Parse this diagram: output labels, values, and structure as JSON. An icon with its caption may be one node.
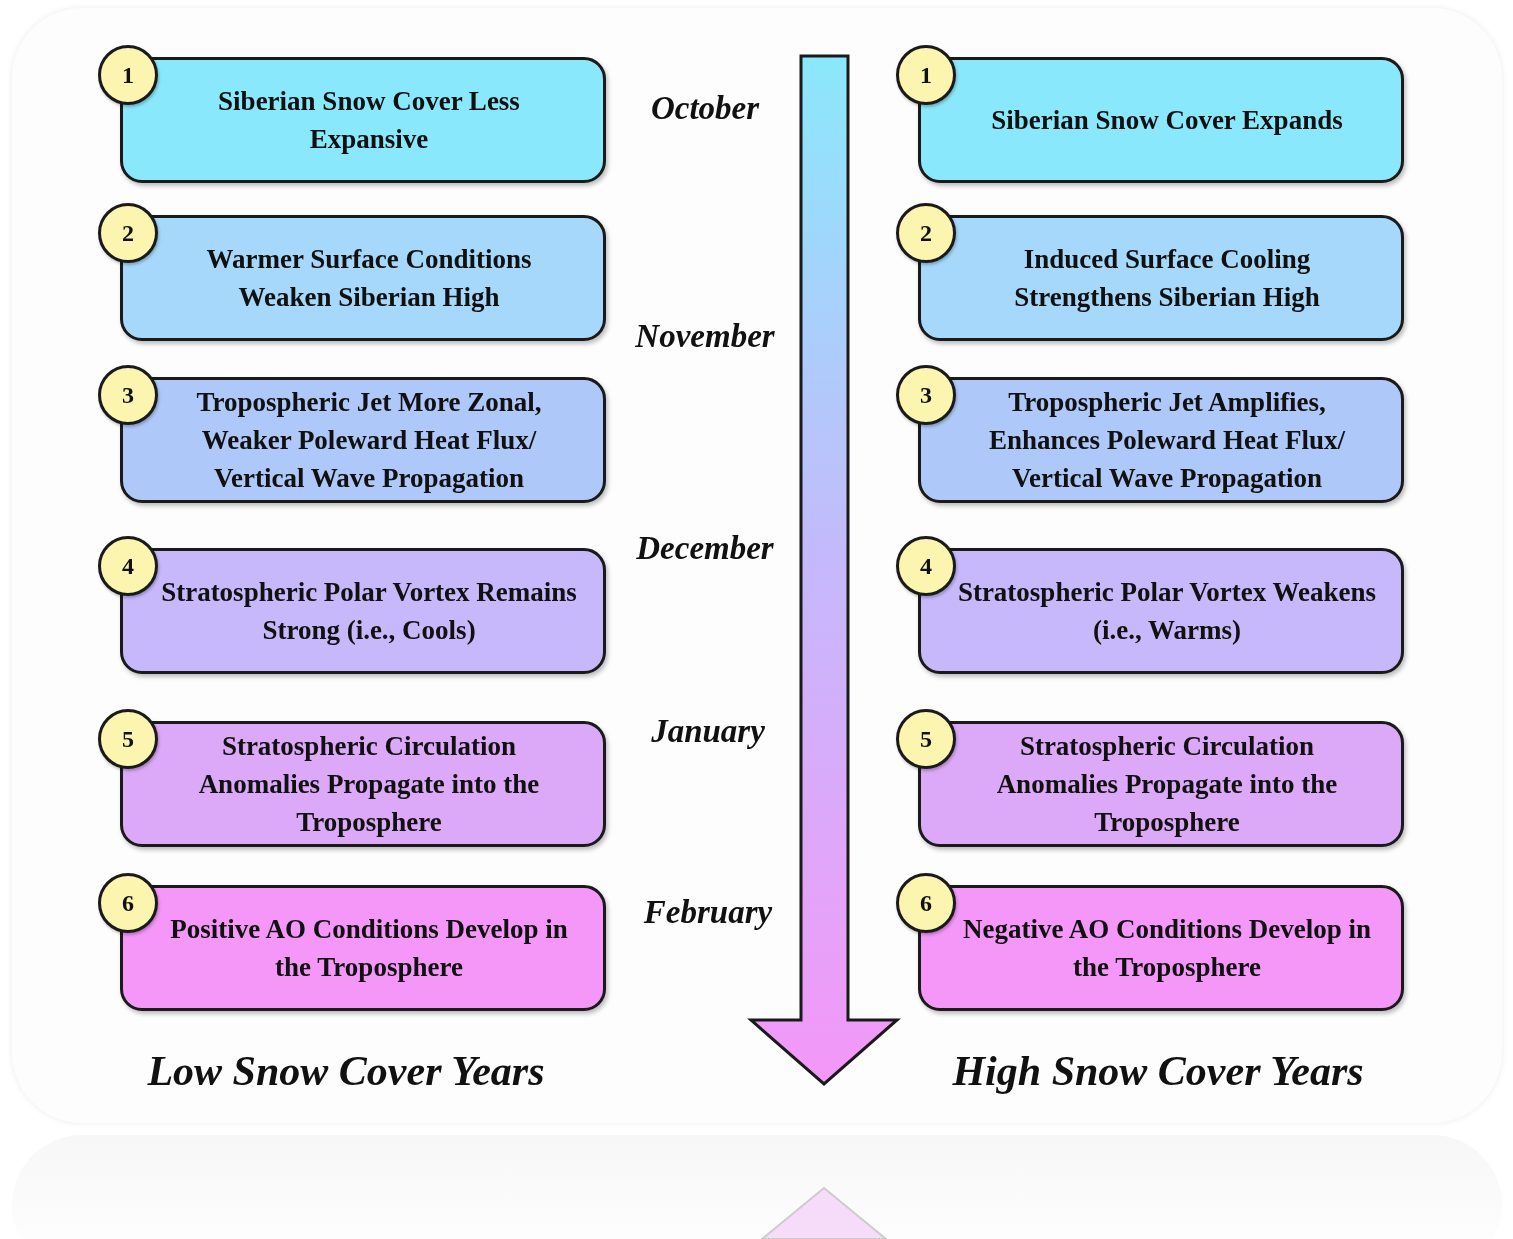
{
  "diagram": {
    "nodes": [
      {
        "text": [
          "1",
          "Siberian Snow Cover Less Expansive"
        ]
      },
      {
        "text": [
          "2",
          "Warmer Surface Conditions Weaken Siberian High"
        ]
      },
      {
        "text": [
          "3",
          "Tropospheric Jet More Zonal, Weaker Poleward Heat Flux/ Vertical Wave Propagation"
        ]
      },
      {
        "text": [
          "4",
          "Stratospheric Polar Vortex Remains Strong (i.e., Cools)"
        ]
      },
      {
        "text": [
          "5",
          "Stratospheric Circulation Anomalies Propagate into the Troposphere"
        ]
      },
      {
        "text": [
          "6",
          "Positive AO Conditions Develop in the Troposphere"
        ]
      },
      {
        "text": [
          "1",
          "Siberian Snow Cover Expands"
        ]
      },
      {
        "text": [
          "2",
          "Induced Surface Cooling Strengthens Siberian High"
        ]
      },
      {
        "text": [
          "3",
          "Tropospheric Jet Amplifies, Enhances Poleward Heat Flux/ Vertical Wave Propagation"
        ]
      },
      {
        "text": [
          "4",
          "Stratospheric Polar Vortex Weakens (i.e., Warms)"
        ]
      },
      {
        "text": [
          "5",
          "Stratospheric Circulation Anomalies Propagate into the Troposphere"
        ]
      },
      {
        "text": [
          "6",
          "Negative AO Conditions Develop in the Troposphere"
        ]
      }
    ],
    "labels": [
      "October",
      "November",
      "December",
      "January",
      "February",
      "Low Snow Cover Years",
      "High Snow Cover Years"
    ]
  }
}
